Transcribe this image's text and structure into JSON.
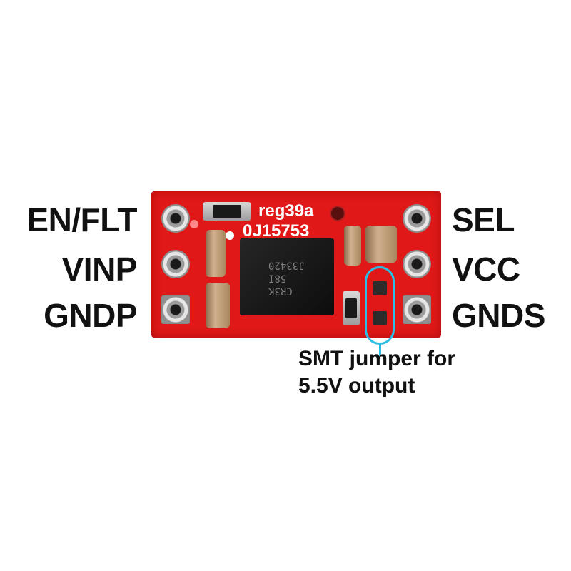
{
  "pin_labels": {
    "left": [
      "EN/FLT",
      "VINP",
      "GNDP"
    ],
    "right": [
      "SEL",
      "VCC",
      "GNDS"
    ]
  },
  "board": {
    "silkscreen_line1": "reg39a",
    "silkscreen_line2": "0J15753",
    "chip_marking": [
      "J33420",
      "58I",
      "CR3K"
    ],
    "color": "#e01818"
  },
  "annotation": {
    "line1": "SMT jumper for",
    "line2": "5.5V output",
    "highlight_color": "#2bbfe8"
  }
}
